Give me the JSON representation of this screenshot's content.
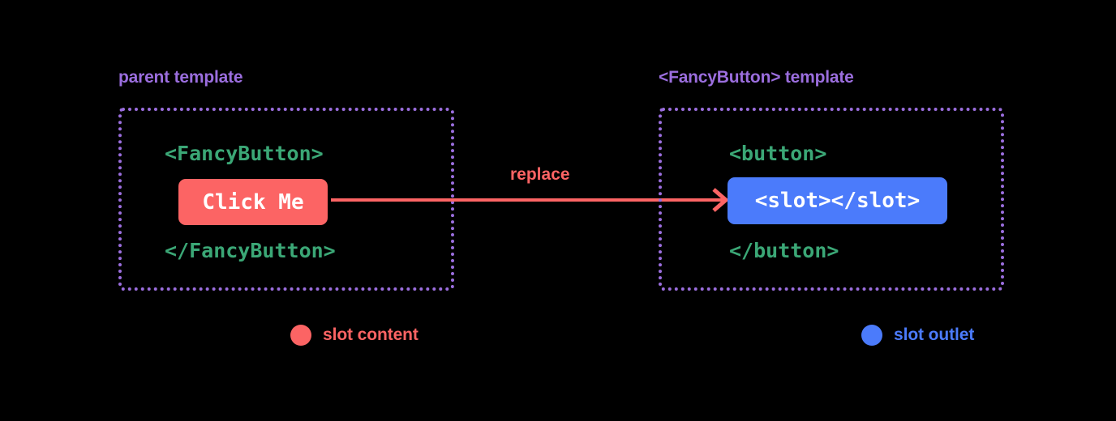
{
  "diagram": {
    "background_color": "#000000",
    "accent_purple": "#9B6EDE",
    "accent_green": "#3BA776",
    "accent_red": "#FC6464",
    "accent_blue": "#4B7BFB"
  },
  "panels": {
    "parent": {
      "title": "parent template",
      "code_open": "<FancyButton>",
      "code_close": "</FancyButton>",
      "pill_label": "Click Me"
    },
    "fancy": {
      "title": "<FancyButton> template",
      "code_open": "<button>",
      "code_close": "</button>",
      "pill_label": "<slot></slot>"
    }
  },
  "arrow": {
    "label": "replace"
  },
  "legend": [
    {
      "label": "slot content",
      "color": "#FC6464",
      "icon": "circle-icon"
    },
    {
      "label": "slot outlet",
      "color": "#4B7BFB",
      "icon": "circle-icon"
    }
  ]
}
